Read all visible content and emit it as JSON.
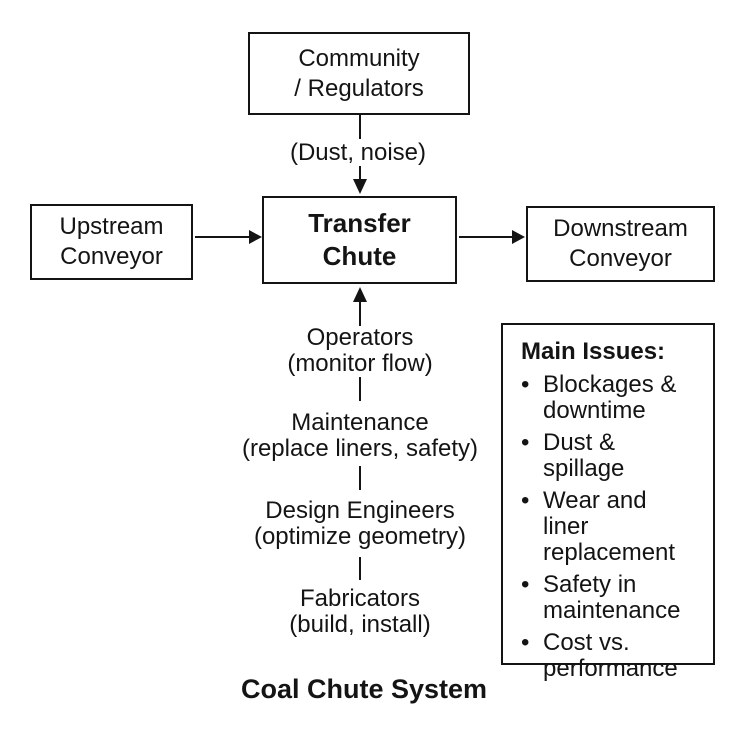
{
  "caption": "Coal Chute System",
  "glyphs": {
    "bullet": "•"
  },
  "colors": {
    "ink": "#141414",
    "background": "#ffffff"
  },
  "nodes": {
    "community": "Community\n/ Regulators",
    "upstream": "Upstream\nConveyor",
    "transfer": "Transfer\nChute",
    "downstream": "Downstream\nConveyor"
  },
  "flow_labels": {
    "community_to_transfer": "(Dust, noise)"
  },
  "stakeholders": [
    {
      "name": "Operators",
      "role": "(monitor flow)"
    },
    {
      "name": "Maintenance",
      "role": "(replace liners, safety)"
    },
    {
      "name": "Design Engineers",
      "role": "(optimize geometry)"
    },
    {
      "name": "Fabricators",
      "role": "(build, install)"
    }
  ],
  "issues": {
    "title": "Main Issues:",
    "items": [
      "Blockages &\ndowntime",
      "Dust & spillage",
      "Wear and\nliner\nreplacement",
      "Safety in\nmaintenance",
      "Cost vs.\nperformance"
    ]
  }
}
